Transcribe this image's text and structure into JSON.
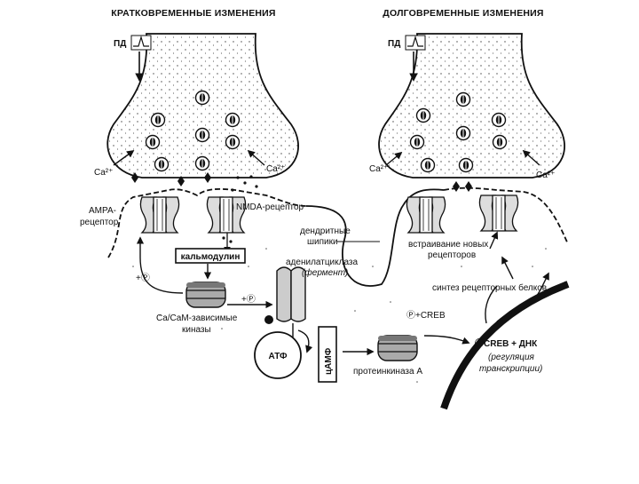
{
  "headers": {
    "short_term": "КРАТКОВРЕМЕННЫЕ ИЗМЕНЕНИЯ",
    "long_term": "ДОЛГОВРЕМЕННЫЕ ИЗМЕНЕНИЯ"
  },
  "labels": {
    "ap_left": "ПД",
    "ap_right": "ПД",
    "ca_left_outer": "Ca²⁺",
    "ca_left_inner": "Ca²⁺",
    "ca_right_inner": "Ca²⁺",
    "ca_right_outer": "Ca²⁺",
    "ampa_line1": "АМРА-",
    "ampa_line2": "рецептор",
    "nmda": "NMDA-рецептор",
    "spines_line1": "дендритные",
    "spines_line2": "шипики",
    "calmodulin": "кальмодулин",
    "adenylate_line1": "аденилатциклаза",
    "adenylate_line2": "(фермент)",
    "insertion_line1": "встраивание новых",
    "insertion_line2": "рецепторов",
    "protein_synthesis": "синтез рецепторных белков",
    "phospho_left": "+Ⓟ",
    "phospho_mid": "+Ⓟ",
    "camk_line1": "Ca/CaM-зависимые",
    "camk_line2": "киназы",
    "p_creb": "Ⓟ+CREB",
    "creb_dna": "ⓅCREB + ДНК",
    "transcription_line1": "(регуляция",
    "transcription_line2": "транскрипции)",
    "atp": "АТФ",
    "camp": "цАМФ",
    "pka": "протеинкиназа А"
  }
}
